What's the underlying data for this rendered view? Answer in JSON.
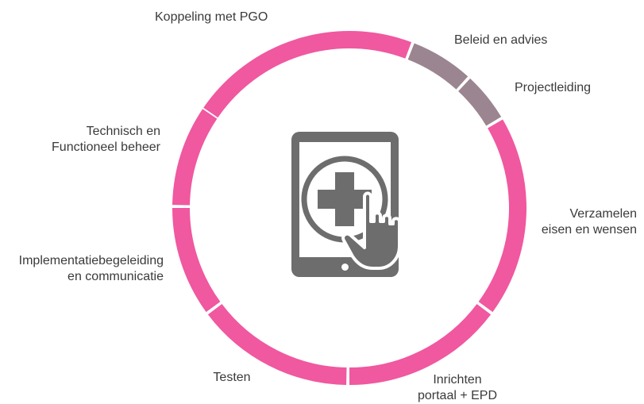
{
  "diagram": {
    "segments": [
      {
        "id": "koppeling",
        "lines": [
          "Koppeling met  PGO"
        ],
        "color": "#f058a0"
      },
      {
        "id": "beleid",
        "lines": [
          "Beleid en advies"
        ],
        "color": "#9b8590"
      },
      {
        "id": "projectleiding",
        "lines": [
          "Projectleiding"
        ],
        "color": "#9b8590"
      },
      {
        "id": "verzamelen",
        "lines": [
          "Verzamelen",
          "eisen en wensen"
        ],
        "color": "#f058a0"
      },
      {
        "id": "inrichten",
        "lines": [
          "Inrichten",
          "portaal + EPD"
        ],
        "color": "#f058a0"
      },
      {
        "id": "testen",
        "lines": [
          "Testen"
        ],
        "color": "#f058a0"
      },
      {
        "id": "implementatie",
        "lines": [
          "Implementatiebegeleiding",
          "en communicatie"
        ],
        "color": "#f058a0"
      },
      {
        "id": "technisch",
        "lines": [
          "Technisch en",
          "Functioneel beheer"
        ],
        "color": "#f058a0"
      }
    ],
    "center_icon": "tablet-medical-cross-touch-icon",
    "colors": {
      "primary": "#f058a0",
      "secondary": "#9b8590",
      "icon": "#6d6d6d",
      "text": "#3a3a3a"
    }
  }
}
